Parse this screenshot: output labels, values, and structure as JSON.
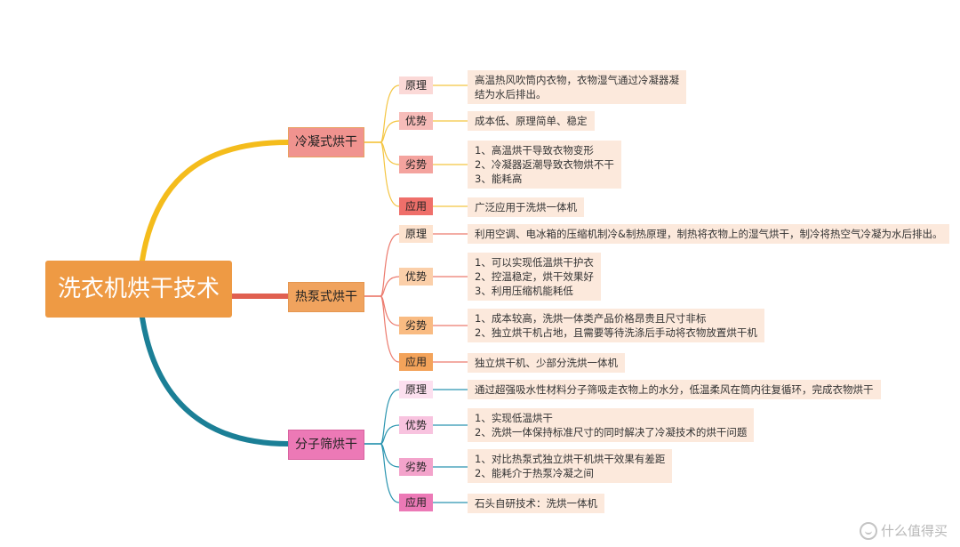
{
  "root": {
    "label": "洗衣机烘干技术"
  },
  "branches": [
    {
      "label": "冷凝式烘干",
      "items": [
        {
          "tag": "原理",
          "lines": [
            "高温热风吹筒内衣物，衣物湿气通过冷凝器凝",
            "结为水后排出。"
          ]
        },
        {
          "tag": "优势",
          "lines": [
            "成本低、原理简单、稳定"
          ]
        },
        {
          "tag": "劣势",
          "lines": [
            "1、高温烘干导致衣物变形",
            "2、冷凝器返潮导致衣物烘不干",
            "3、能耗高"
          ]
        },
        {
          "tag": "应用",
          "lines": [
            "广泛应用于洗烘一体机"
          ]
        }
      ]
    },
    {
      "label": "热泵式烘干",
      "items": [
        {
          "tag": "原理",
          "lines": [
            "利用空调、电冰箱的压缩机制冷&制热原理，制热将衣物上的湿气烘干，制冷将热空气冷凝为水后排出。"
          ]
        },
        {
          "tag": "优势",
          "lines": [
            "1、可以实现低温烘干护衣",
            "2、控温稳定，烘干效果好",
            "3、利用压缩机能耗低"
          ]
        },
        {
          "tag": "劣势",
          "lines": [
            "1、成本较高，洗烘一体类产品价格昂贵且尺寸非标",
            "2、独立烘干机占地，且需要等待洗涤后手动将衣物放置烘干机"
          ]
        },
        {
          "tag": "应用",
          "lines": [
            "独立烘干机、少部分洗烘一体机"
          ]
        }
      ]
    },
    {
      "label": "分子筛烘干",
      "items": [
        {
          "tag": "原理",
          "lines": [
            "通过超强吸水性材料分子筛吸走衣物上的水分，低温柔风在筒内往复循环，完成衣物烘干"
          ]
        },
        {
          "tag": "优势",
          "lines": [
            "1、实现低温烘干",
            "2、洗烘一体保持标准尺寸的同时解决了冷凝技术的烘干问题"
          ]
        },
        {
          "tag": "劣势",
          "lines": [
            "1、对比热泵式独立烘干机烘干效果有差距",
            "2、能耗介于热泵冷凝之间"
          ]
        },
        {
          "tag": "应用",
          "lines": [
            "石头自研技术：洗烘一体机"
          ]
        }
      ]
    }
  ],
  "watermark": {
    "icon": "smile-icon",
    "text": "什么值得买"
  },
  "colors": {
    "root": "#ee9a44",
    "branch1": "#f0938f",
    "branch2": "#f0a35e",
    "branch3": "#ec79b6",
    "link1": "#f4bc1c",
    "link2": "#e06050",
    "link3": "#1b7f96",
    "sub1": "#f4c542",
    "sub2": "#ec7b6e",
    "sub3": "#2b95b0",
    "desc_bg": "#fce9dc"
  }
}
